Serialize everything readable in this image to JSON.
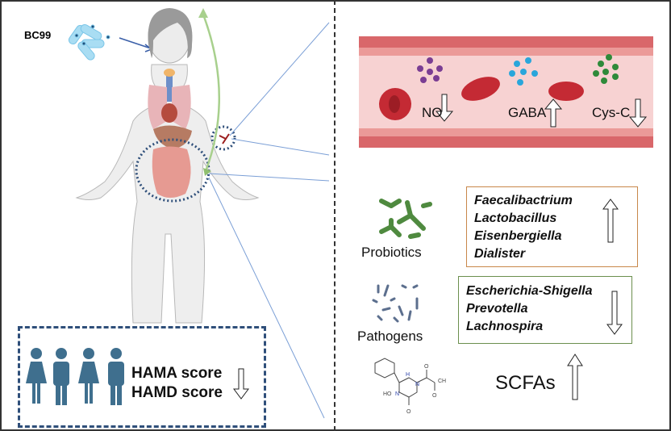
{
  "left_panel": {
    "strain_label": "BC99",
    "figure": "human-body-illustration",
    "score_box": {
      "lines": [
        "HAMA score",
        "HAMD score"
      ],
      "trend": "down",
      "people_icons": [
        "female",
        "male",
        "female",
        "male"
      ]
    }
  },
  "right_panel": {
    "blood_vessel": {
      "markers": [
        {
          "label": "NO",
          "trend": "down",
          "dot_color": "#7a3d93"
        },
        {
          "label": "GABA",
          "trend": "up",
          "dot_color": "#2aa6db"
        },
        {
          "label": "Cys-C",
          "trend": "down",
          "dot_color": "#2f8a3a"
        }
      ]
    },
    "probiotics": {
      "label": "Probiotics",
      "taxa": [
        "Faecalibactrium",
        "Lactobacillus",
        "Eisenbergiella",
        "Dialister"
      ],
      "trend": "up",
      "border_color": "#c8874a"
    },
    "pathogens": {
      "label": "Pathogens",
      "taxa": [
        "Escherichia-Shigella",
        "Prevotella",
        "Lachnospira"
      ],
      "trend": "down",
      "border_color": "#6b8f4e"
    },
    "metabolite": {
      "label": "SCFAs",
      "trend": "up",
      "structure_atoms": [
        "H",
        "N",
        "HO",
        "N",
        "O",
        "O",
        "CH",
        "O"
      ]
    }
  }
}
